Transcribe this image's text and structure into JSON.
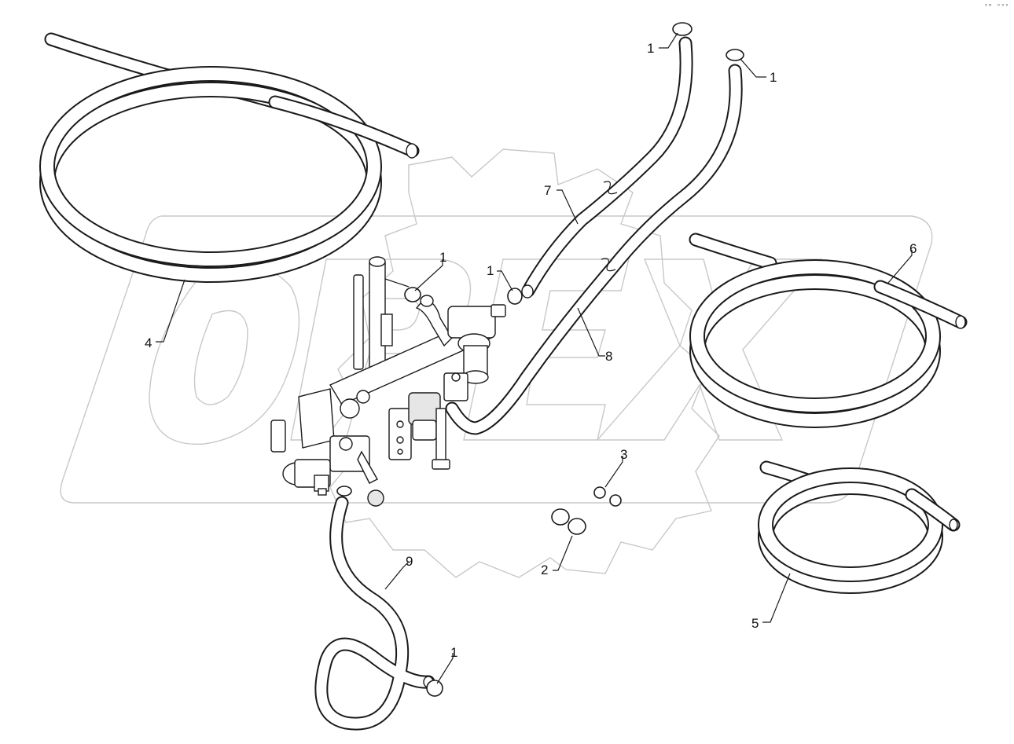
{
  "figure": {
    "corner_mark": "ᵒᵐ ᵒᵒᵒ",
    "watermark_text": "OPEX",
    "callouts": [
      {
        "id": "1a",
        "label": "1"
      },
      {
        "id": "1b",
        "label": "1"
      },
      {
        "id": "1c",
        "label": "1"
      },
      {
        "id": "1d",
        "label": "1"
      },
      {
        "id": "1e",
        "label": "1"
      },
      {
        "id": "2",
        "label": "2"
      },
      {
        "id": "3",
        "label": "3"
      },
      {
        "id": "4",
        "label": "4"
      },
      {
        "id": "5",
        "label": "5"
      },
      {
        "id": "6",
        "label": "6"
      },
      {
        "id": "7",
        "label": "7"
      },
      {
        "id": "8",
        "label": "8"
      },
      {
        "id": "9",
        "label": "9"
      }
    ]
  }
}
